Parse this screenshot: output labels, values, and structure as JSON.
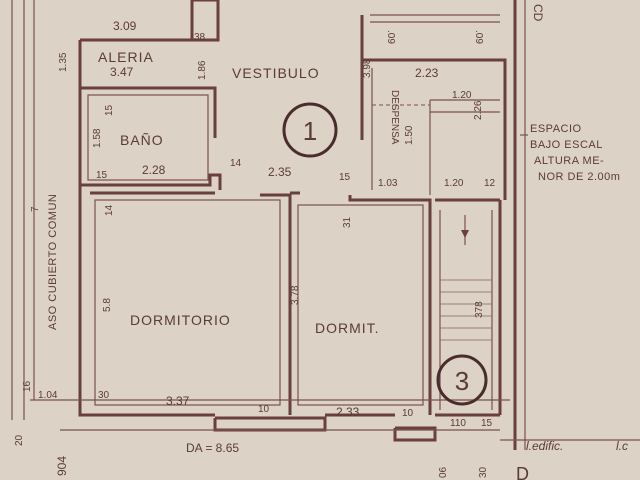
{
  "rooms": {
    "galeria": "ALERIA",
    "vestibulo": "VESTIBULO",
    "bano": "BAÑO",
    "despensa": "DESPENSA",
    "dormitorio": "DORMITORIO",
    "dormit": "DORMIT.",
    "espacio_note": [
      "ESPACIO",
      "BAJO ESCAL",
      "ALTURA ME-",
      "NOR DE 2.00m"
    ]
  },
  "circle_labels": {
    "unit_1": "1",
    "unit_3": "3"
  },
  "dimensions": {
    "galeria_w": "3.09",
    "galeria_d": "3.47",
    "top_135": "1.35",
    "top_398": "3.98",
    "top_09": ".09",
    "top_38": "38",
    "top_186": "1.86",
    "despensa_w": "2.23",
    "shelf_120_top": "1.20",
    "d_226": "2.26",
    "d_150": "1.50",
    "d_103": "1.03",
    "d_120_mid": "1.20",
    "d_15_mid": "15",
    "d_12": "12",
    "bano_w": "2.28",
    "bano_158": "1.58",
    "bano_15a": "15",
    "bano_15b": "15",
    "d_14_bano": "14",
    "d_235": "2.35",
    "d_31": "31",
    "d_14_dorm": "14",
    "dorm_58": "5.8",
    "dorm_378": "3.78",
    "stair_378": "378",
    "d_30": "30",
    "dorm_w": "3.37",
    "d_10a": "10",
    "dormit_w": "2.33",
    "d_10b": "10",
    "d_110": "110",
    "d_15_bot": "15",
    "d_104": "1.04",
    "d_16": "16",
    "d_7": "7",
    "da_total": "DA = 8.65",
    "d_904": "904",
    "d_20": "20",
    "d_30_bot": "30",
    "d_06": "06"
  },
  "side_texts": {
    "common_area": "ASO CUBIERTO COMUN",
    "edificio": "l.edific.",
    "edificio2": "l.c",
    "cd": "CD",
    "d_marker": "D"
  }
}
